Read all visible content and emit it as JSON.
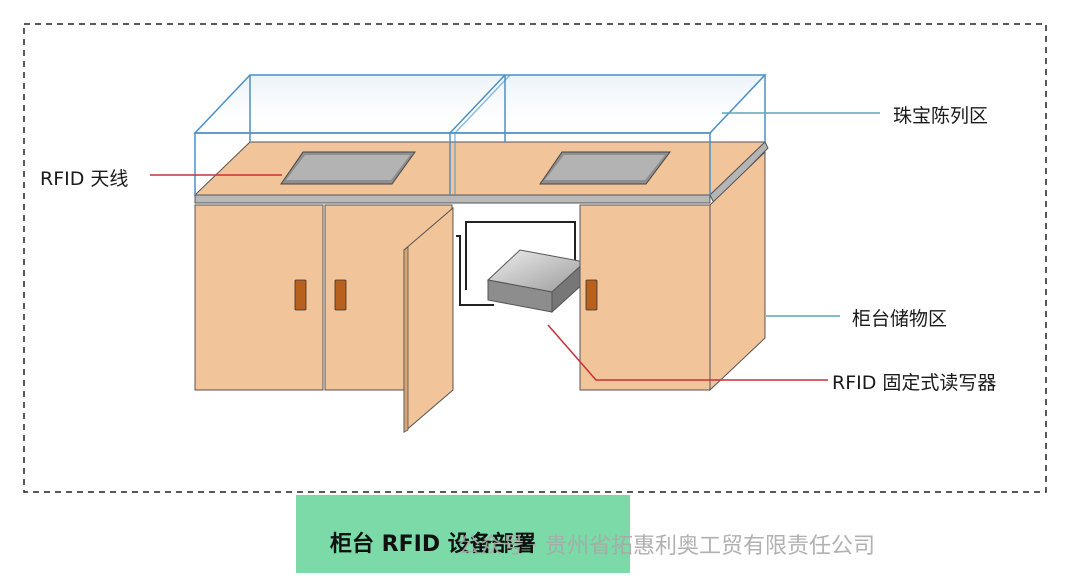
{
  "labels": {
    "display_zone": "珠宝陈列区",
    "antenna": "RFID 天线",
    "storage_zone": "柜台储物区",
    "reader": "RFID 固定式读写器"
  },
  "caption": "柜台 RFID 设备部署",
  "watermark": "公众号 · 贵州省拓惠利奥工贸有限责任公司",
  "colors": {
    "cabinet": "#f2c49a",
    "cabinet_stroke": "#6b6b6b",
    "glass": "#4a90c8",
    "caption_bg": "#7cd9a8",
    "leader_red": "#c8303a",
    "leader_teal": "#5aa7b8"
  }
}
